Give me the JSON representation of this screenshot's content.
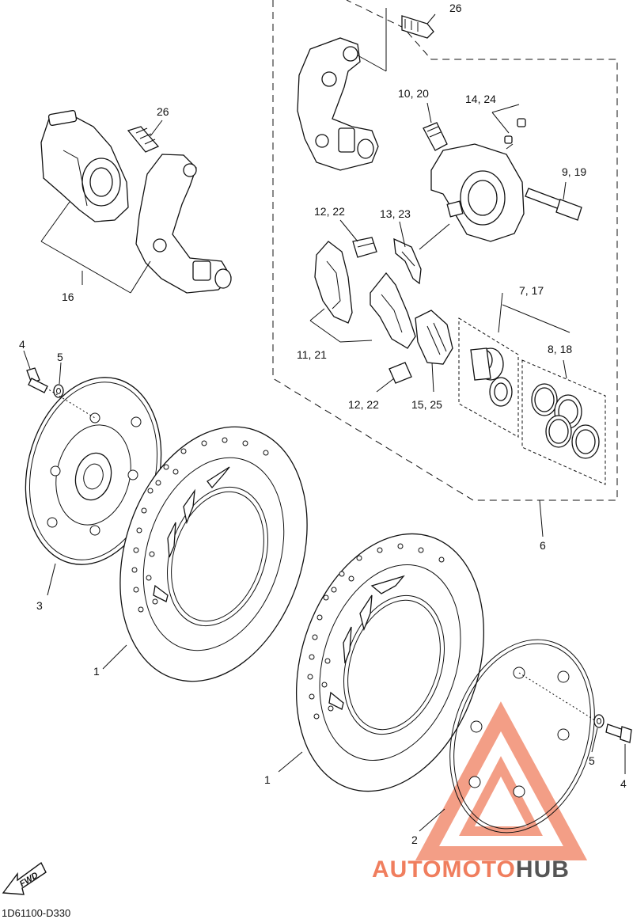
{
  "callouts": {
    "c26_top": "26",
    "c10_20": "10, 20",
    "c14_24": "14, 24",
    "c9_19": "9, 19",
    "c26_left": "26",
    "c16": "16",
    "c12_22_top": "12, 22",
    "c13_23": "13, 23",
    "c7_17": "7, 17",
    "c8_18": "8, 18",
    "c11_21": "11, 21",
    "c12_22_bottom": "12, 22",
    "c15_25": "15, 25",
    "c4_left": "4",
    "c5_left": "5",
    "c6": "6",
    "c3": "3",
    "c1_upper": "1",
    "c1_lower": "1",
    "c5_right": "5",
    "c4_right": "4",
    "c2": "2"
  },
  "diagram_code": "1D61100-D330",
  "fwd_label": "FWD",
  "watermark": {
    "part1": "AUTOMOTO",
    "part2": "HUB",
    "color_primary": "#f07e5e",
    "color_secondary": "#555555"
  }
}
